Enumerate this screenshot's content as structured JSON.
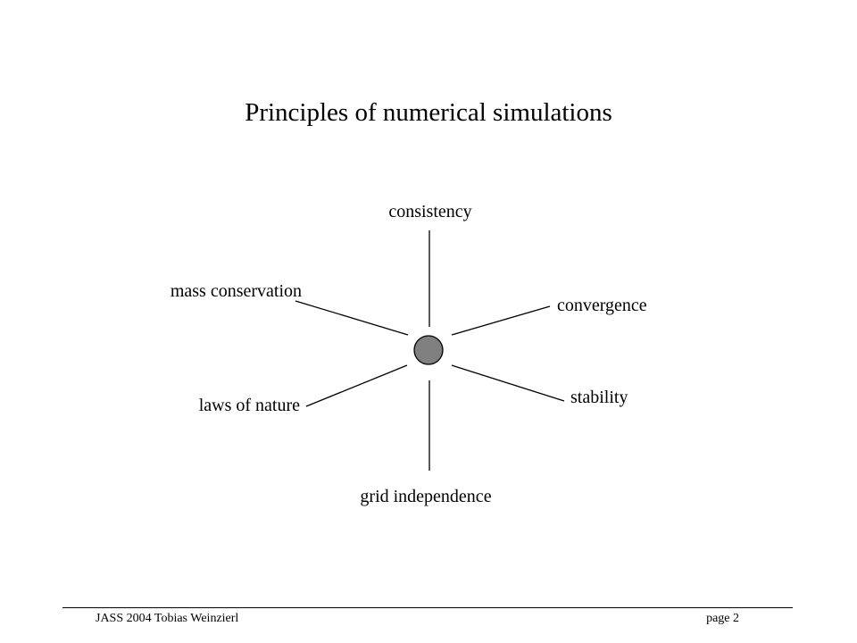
{
  "slide": {
    "title": "Principles of numerical simulations"
  },
  "diagram": {
    "hub_color": "#808080",
    "principles": [
      "consistency",
      "convergence",
      "stability",
      "grid independence",
      "laws of nature",
      "mass conservation"
    ]
  },
  "footer": {
    "left_text": "JASS 2004 Tobias Weinzierl",
    "right_text": "page 2"
  }
}
